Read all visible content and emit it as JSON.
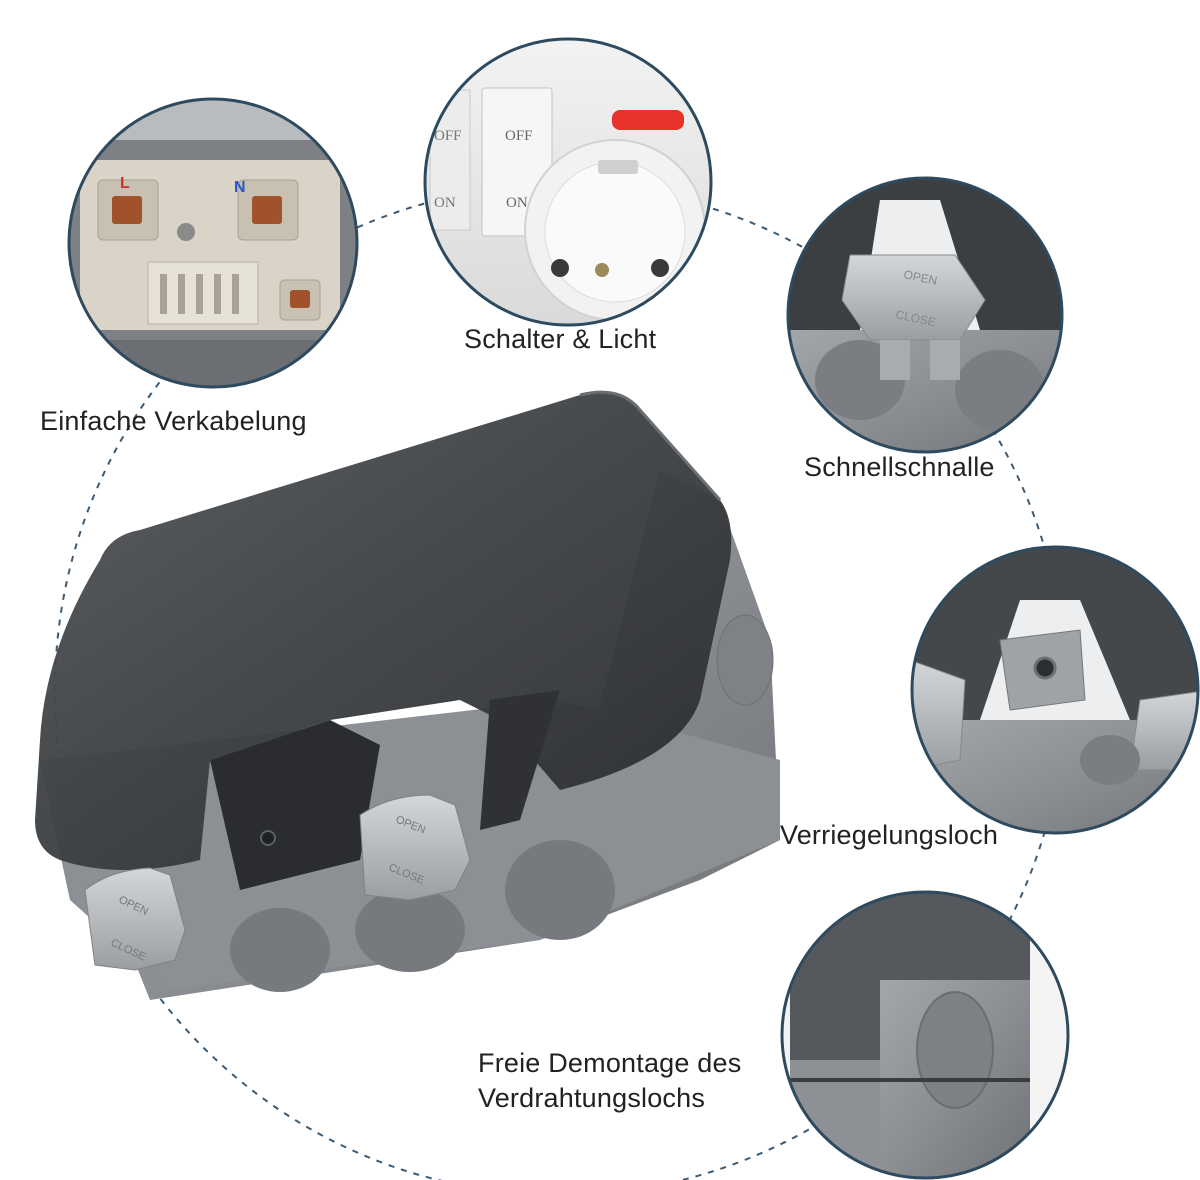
{
  "labels": {
    "wiring": "Einfache Verkabelung",
    "switch_light": "Schalter & Licht",
    "quick_buckle": "Schnellschnalle",
    "locking_hole": "Verriegelungsloch",
    "knockout_line1": "Freie Demontage des",
    "knockout_line2": "Verdrahtungslochs"
  },
  "terminal_marks": {
    "live": "L",
    "neutral": "N"
  },
  "switch_marks": {
    "off": "OFF",
    "on": "ON"
  },
  "clip_marks": {
    "open": "OPEN",
    "close": "CLOSE"
  },
  "colors": {
    "dashed_ring": "#3d5a72",
    "housing_gray": "#8a8d91",
    "cover_smoke": "#3a3c3f",
    "clip_gray": "#b7babe",
    "live_red": "#d92b2b",
    "neutral_blue": "#2a56c8",
    "indicator_red": "#e8332a"
  }
}
